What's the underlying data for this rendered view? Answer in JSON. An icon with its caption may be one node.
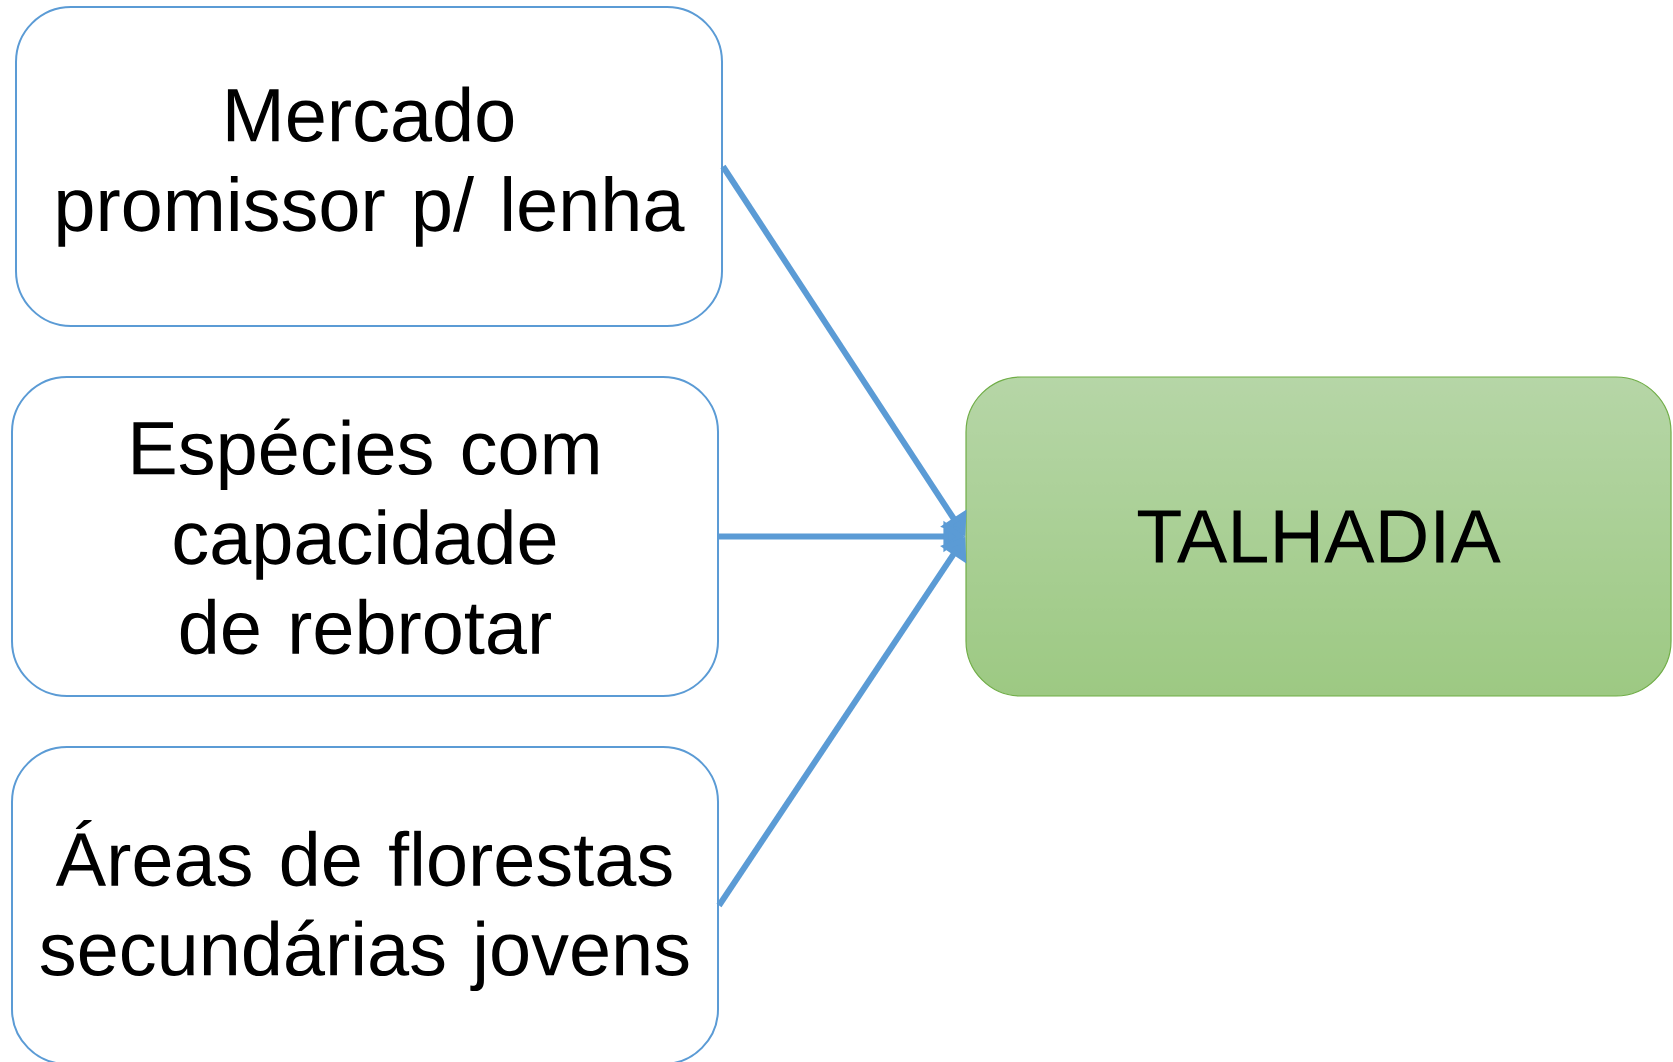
{
  "diagram": {
    "nodes": [
      {
        "text": [
          "Mercado promissor p/ lenha"
        ]
      },
      {
        "text": [
          "Espécies com capacidade de rebrotar"
        ]
      },
      {
        "text": [
          "Áreas de florestas secundárias jovens"
        ]
      },
      {
        "text": [
          "TALHADIA"
        ]
      }
    ],
    "edges": [
      {
        "from": 0,
        "to": 3,
        "arrow": "to"
      },
      {
        "from": 1,
        "to": 3,
        "arrow": "to"
      },
      {
        "from": 2,
        "to": 3,
        "arrow": "to"
      }
    ]
  }
}
